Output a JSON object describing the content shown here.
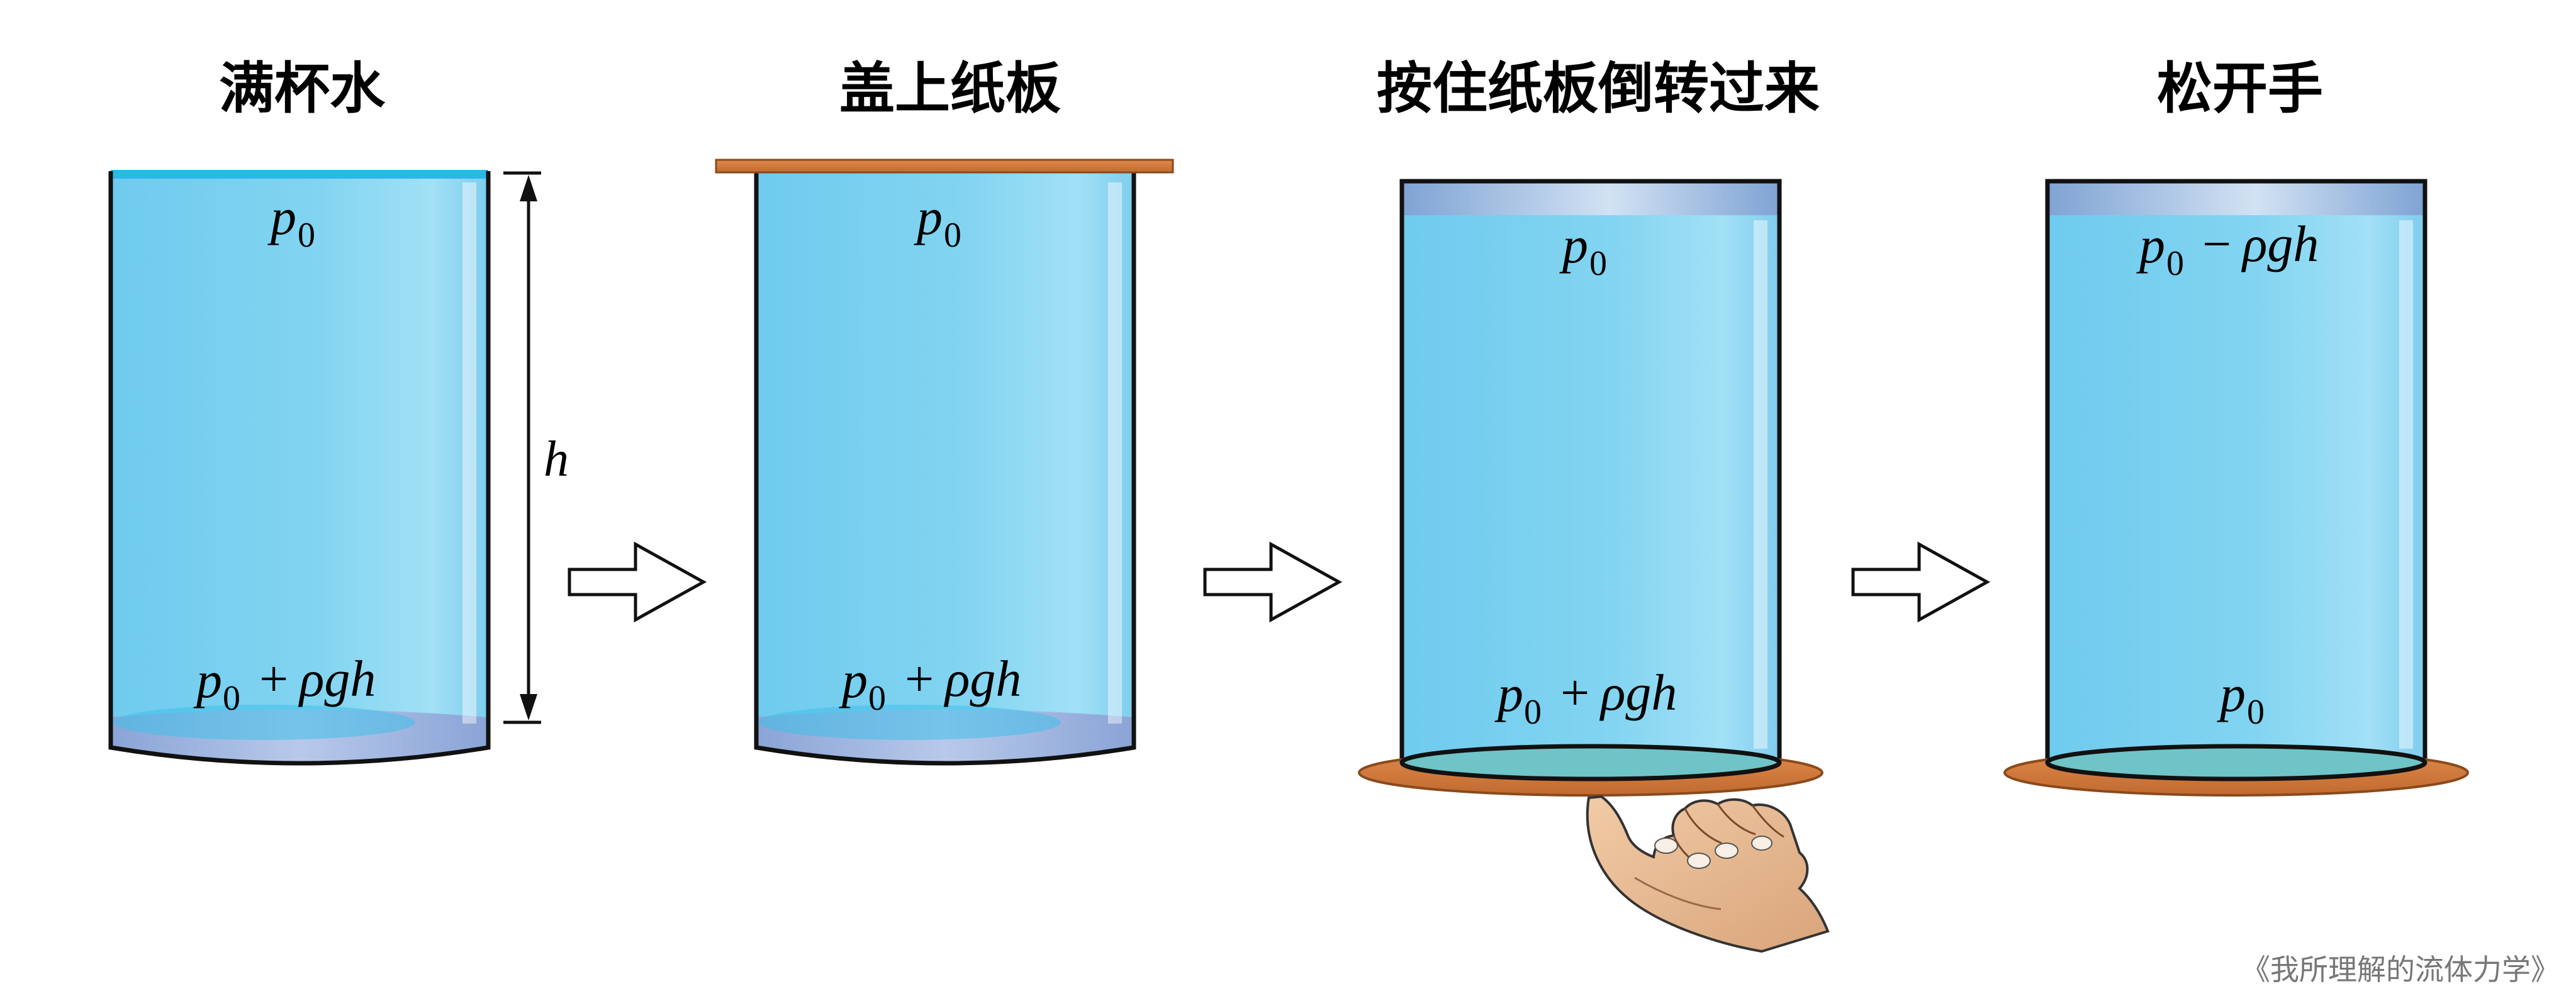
{
  "stages": [
    {
      "title": "满杯水",
      "top_label": {
        "base": "p",
        "sub": "0",
        "rest": ""
      },
      "bottom_label": {
        "base": "p",
        "sub": "0",
        "op": "+",
        "rest": "ρgh"
      }
    },
    {
      "title": "盖上纸板",
      "top_label": {
        "base": "p",
        "sub": "0",
        "rest": ""
      },
      "bottom_label": {
        "base": "p",
        "sub": "0",
        "op": "+",
        "rest": "ρgh"
      }
    },
    {
      "title": "按住纸板倒转过来",
      "top_label": {
        "base": "p",
        "sub": "0",
        "rest": ""
      },
      "bottom_label": {
        "base": "p",
        "sub": "0",
        "op": "+",
        "rest": "ρgh"
      }
    },
    {
      "title": "松开手",
      "top_label": {
        "base": "p",
        "sub": "0",
        "op": "−",
        "rest": "ρgh"
      },
      "bottom_label": {
        "base": "p",
        "sub": "0",
        "rest": ""
      }
    }
  ],
  "dimension_label": "h",
  "watermark": "《我所理解的流体力学》",
  "colors": {
    "water_light": "#8fd6f2",
    "water_mid": "#7dd0ef",
    "water_dark": "#5fbfe6",
    "surface": "#29b8e8",
    "base_grey": "#9aaed6",
    "board": "#d07a3e",
    "board_edge": "#8a4a1c",
    "hand_skin": "#e7bc92",
    "outline": "#111111"
  }
}
